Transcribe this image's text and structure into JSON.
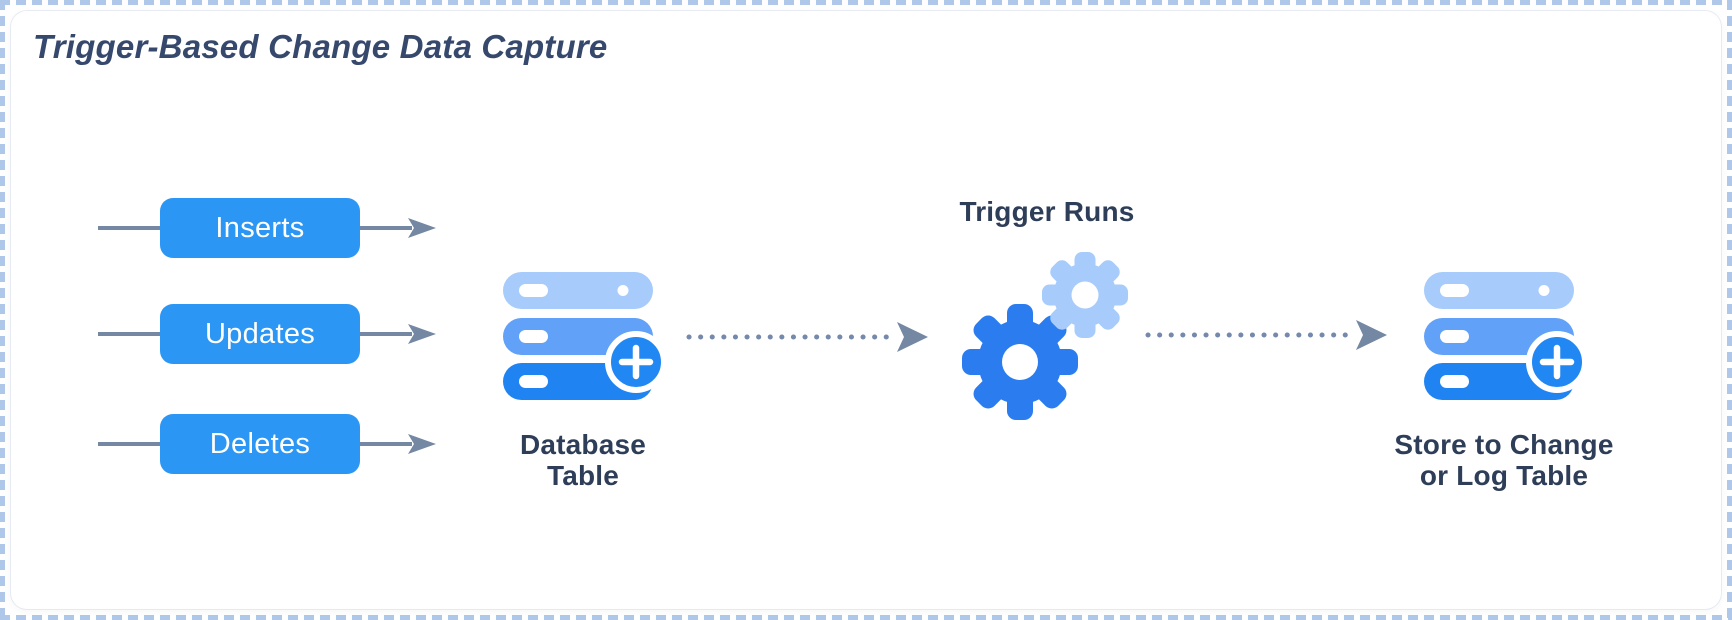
{
  "title": "Trigger-Based Change Data Capture",
  "flow": {
    "inputs": [
      {
        "label": "Inserts"
      },
      {
        "label": "Updates"
      },
      {
        "label": "Deletes"
      }
    ],
    "database_table": {
      "label_line1": "Database",
      "label_line2": "Table"
    },
    "trigger": {
      "label": "Trigger Runs"
    },
    "store": {
      "label_line1": "Store to Change",
      "label_line2": "or Log Table"
    }
  },
  "icons": {
    "database": "database-stack-icon",
    "database_badge": "plus-icon",
    "trigger": "gears-icon",
    "connector": "dotted-arrow-right-icon",
    "input_connector": "arrow-right-icon"
  },
  "colors": {
    "button_blue": "#2B96F4",
    "bar_top": "#A7CBFA",
    "bar_middle": "#61A1F7",
    "bar_bottom": "#2083F2",
    "badge_blue": "#2187F3",
    "gear_large": "#2A7CEF",
    "gear_small": "#A7CBFA",
    "connector_slate": "#7487A3",
    "dot_slate": "#7589AC",
    "label_navy": "#2E3E58",
    "title_navy": "#36496D",
    "border_dash": "#AFC8EA"
  }
}
